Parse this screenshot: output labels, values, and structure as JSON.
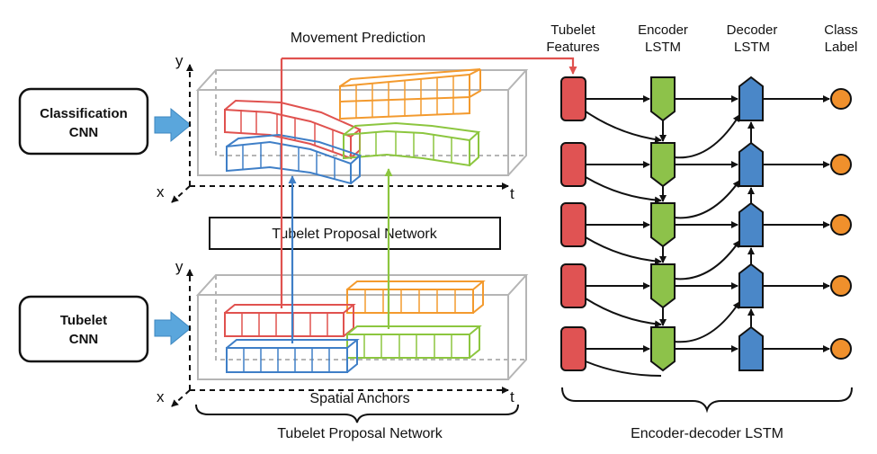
{
  "top_label": "Movement Prediction",
  "cnn_boxes": [
    {
      "lines": [
        "Classification",
        "CNN"
      ]
    },
    {
      "lines": [
        "Tubelet",
        "CNN"
      ]
    }
  ],
  "axes": {
    "y": "y",
    "x": "x",
    "t": "t"
  },
  "proposal_box_label": "Tubelet Proposal Network",
  "spatial_anchors_label": "Spatial Anchors",
  "left_caption": "Tubelet Proposal Network",
  "right_caption": "Encoder-decoder LSTM",
  "column_headers": [
    {
      "lines": [
        "Tubelet",
        "Features"
      ]
    },
    {
      "lines": [
        "Encoder",
        "LSTM"
      ]
    },
    {
      "lines": [
        "Decoder",
        "LSTM"
      ]
    },
    {
      "lines": [
        "Class",
        "Label"
      ]
    }
  ],
  "colors": {
    "red": "#e0524f",
    "orange": "#f39a2e",
    "green": "#8cc63f",
    "blue": "#3f7fc7",
    "decoder_blue": "#4a87c8",
    "encoder_green": "#8dc24a",
    "feature_red": "#e05353",
    "class_orange": "#f0902c",
    "arrow_blue": "#5aa6dc"
  }
}
